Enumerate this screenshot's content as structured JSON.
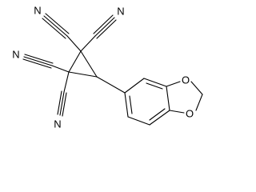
{
  "atoms": {
    "n1": "N",
    "n2": "N",
    "n3": "N",
    "n4": "N",
    "o1": "O",
    "o2": "O"
  },
  "colors": {
    "ink": "#000000",
    "background": "#ffffff"
  }
}
